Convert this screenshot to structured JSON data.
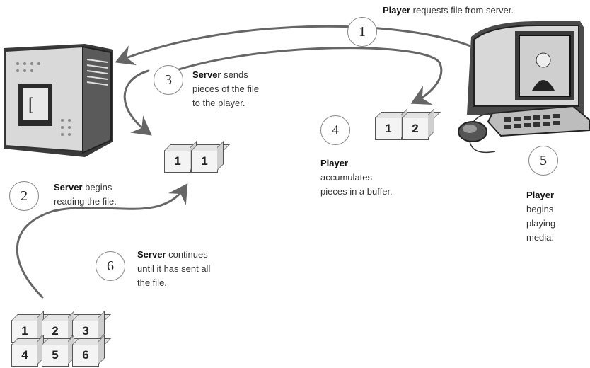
{
  "steps": [
    {
      "num": "1",
      "bold": "Player",
      "text": " requests file from server."
    },
    {
      "num": "2",
      "bold": "Server",
      "text": " begins",
      "line2": "reading the file."
    },
    {
      "num": "3",
      "bold": "Server",
      "text": " sends",
      "line2": "pieces of the file",
      "line3": "to the player."
    },
    {
      "num": "4",
      "bold": "Player",
      "line2": "accumulates",
      "line3": "pieces in a buffer."
    },
    {
      "num": "5",
      "bold": "Player",
      "line2": "begins",
      "line3": "playing",
      "line4": "media."
    },
    {
      "num": "6",
      "bold": "Server",
      "text": " continues",
      "line2": "until it has sent all",
      "line3": "the file."
    }
  ],
  "blocks": {
    "sent": [
      "1",
      "1"
    ],
    "buffer": [
      "1",
      "2"
    ],
    "file_row1": [
      "1",
      "2",
      "3"
    ],
    "file_row2": [
      "4",
      "5",
      "6"
    ]
  }
}
